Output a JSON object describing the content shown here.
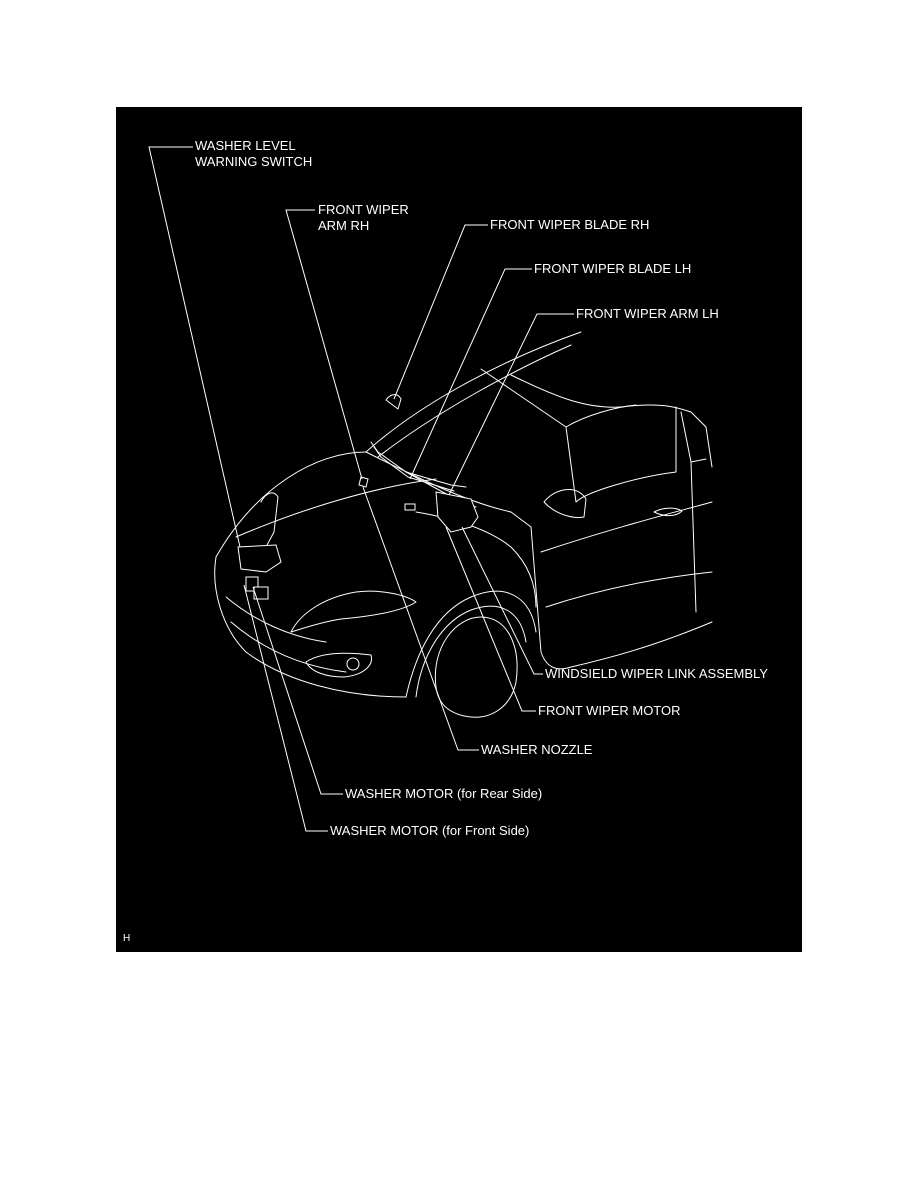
{
  "figure": {
    "background": "#000000",
    "stroke_color": "#ffffff",
    "corner_code": "H"
  },
  "labels": {
    "washer_level_warning_switch": [
      "WASHER LEVEL",
      "WARNING SWITCH"
    ],
    "front_wiper_arm_rh": [
      "FRONT WIPER",
      "ARM RH"
    ],
    "front_wiper_blade_rh": "FRONT WIPER BLADE RH",
    "front_wiper_blade_lh": "FRONT WIPER BLADE LH",
    "front_wiper_arm_lh": "FRONT WIPER ARM LH",
    "windshield_wiper_link_assembly": "WINDSIELD WIPER LINK ASSEMBLY",
    "front_wiper_motor": "FRONT WIPER MOTOR",
    "washer_nozzle": "WASHER NOZZLE",
    "washer_motor_rear": "WASHER MOTOR (for Rear Side)",
    "washer_motor_front": "WASHER MOTOR (for Front Side)"
  }
}
